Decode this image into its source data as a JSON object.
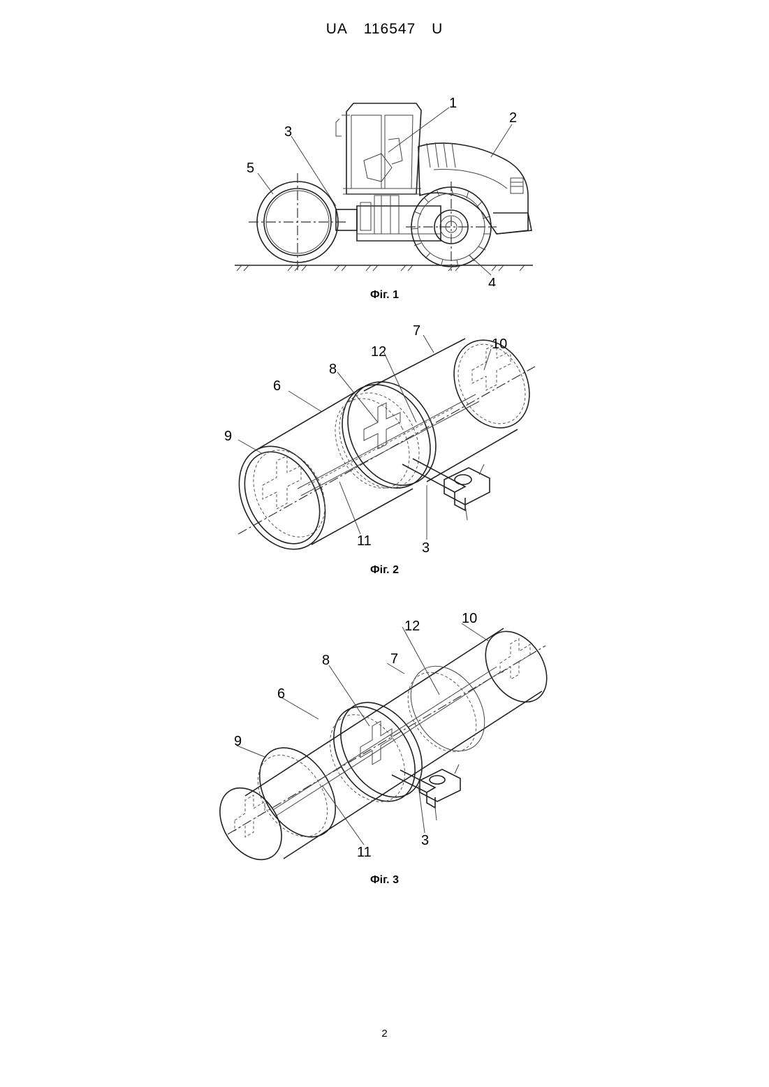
{
  "header": {
    "country": "UA",
    "number": "116547",
    "kind": "U"
  },
  "figures": {
    "fig1": {
      "caption": "Фіг. 1",
      "labels": [
        "1",
        "2",
        "3",
        "4",
        "5"
      ]
    },
    "fig2": {
      "caption": "Фіг. 2",
      "labels": [
        "3",
        "6",
        "7",
        "8",
        "9",
        "10",
        "11",
        "12"
      ]
    },
    "fig3": {
      "caption": "Фіг. 3",
      "labels": [
        "3",
        "6",
        "7",
        "8",
        "9",
        "10",
        "11",
        "12"
      ]
    }
  },
  "page_number": "2"
}
